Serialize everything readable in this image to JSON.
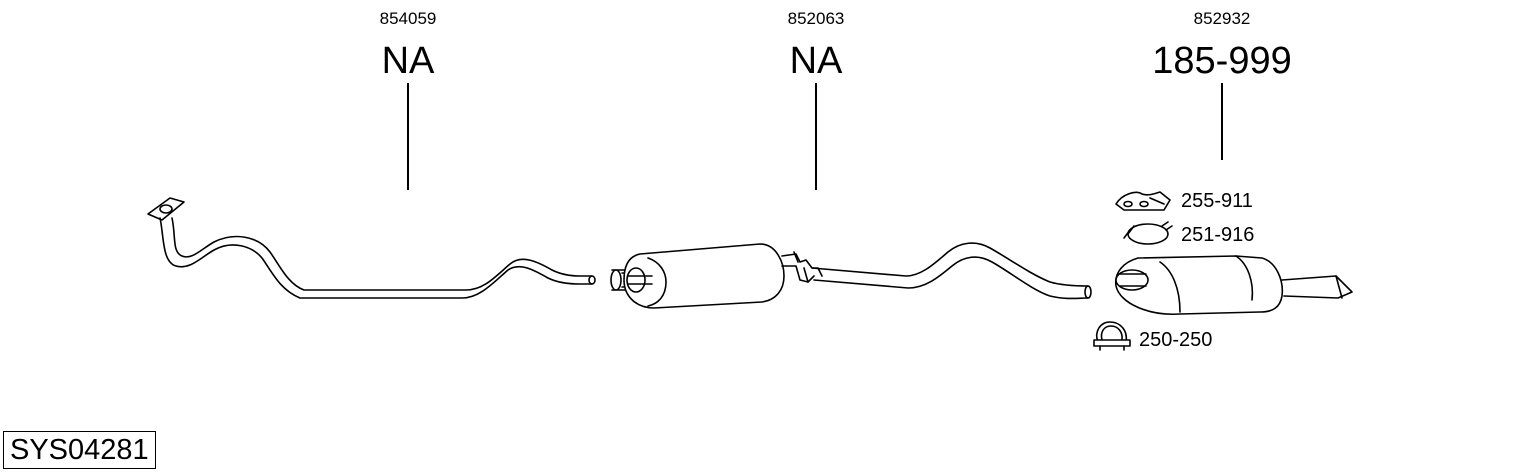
{
  "system_code": "SYS04281",
  "parts": [
    {
      "ref": "854059",
      "code": "NA"
    },
    {
      "ref": "852063",
      "code": "NA"
    },
    {
      "ref": "852932",
      "code": "185-999"
    }
  ],
  "accessories": [
    {
      "label": "255-911",
      "icon": "hanger-bracket-icon"
    },
    {
      "label": "251-916",
      "icon": "ring-clamp-icon"
    },
    {
      "label": "250-250",
      "icon": "u-bolt-clamp-icon"
    }
  ]
}
